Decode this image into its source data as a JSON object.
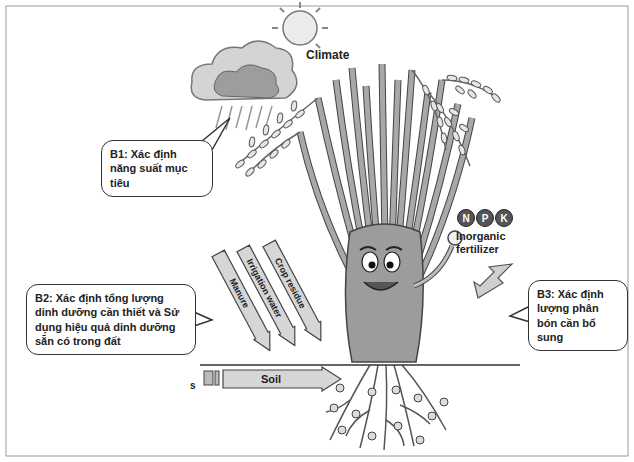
{
  "diagram": {
    "nodes": [
      {
        "text": [
          "B1: Xác định năng suất mục tiêu"
        ]
      },
      {
        "text": [
          "B2: Xác định tổng lượng dinh dưỡng cần thiết và Sử dụng hiệu quả dinh dưỡng sẵn có trong đất"
        ]
      },
      {
        "text": [
          "B3: Xác định lượng phân bón cần bổ sung"
        ]
      },
      {
        "text": [
          "Manure"
        ]
      },
      {
        "text": [
          "Irrigation water"
        ]
      },
      {
        "text": [
          "Crop residue"
        ]
      },
      {
        "text": [
          "Soil"
        ]
      },
      {
        "text": [
          "N"
        ]
      },
      {
        "text": [
          "P"
        ]
      },
      {
        "text": [
          "K"
        ]
      }
    ],
    "labels": [
      "Climate",
      "Inorganic fertilizer",
      "s"
    ]
  }
}
